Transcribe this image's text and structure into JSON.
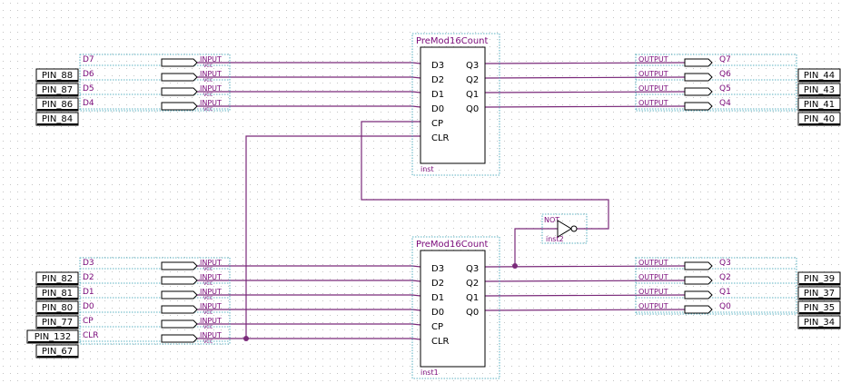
{
  "colors": {
    "wire": "#7a2a7a",
    "label": "#7a0a7a",
    "grid": "#c8c8c8",
    "dotted_box": "#2a9ab0",
    "pin_fill": "#ffffff",
    "pin_border": "#000000"
  },
  "left_pins_top": [
    "PIN_88",
    "PIN_87",
    "PIN_86",
    "PIN_84"
  ],
  "right_pins_top": [
    "PIN_44",
    "PIN_43",
    "PIN_41",
    "PIN_40"
  ],
  "left_pins_bottom": [
    "PIN_82",
    "PIN_81",
    "PIN_80",
    "PIN_77",
    "PIN_132",
    "PIN_67"
  ],
  "right_pins_bottom": [
    "PIN_39",
    "PIN_37",
    "PIN_35",
    "PIN_34"
  ],
  "input_nets_top": [
    "D7",
    "D6",
    "D5",
    "D4"
  ],
  "input_nets_bottom": [
    "D3",
    "D2",
    "D1",
    "D0",
    "CP",
    "CLR"
  ],
  "output_nets_top": [
    "Q7",
    "Q6",
    "Q5",
    "Q4"
  ],
  "output_nets_bottom": [
    "Q3",
    "Q2",
    "Q1",
    "Q0"
  ],
  "io": {
    "input_text": "INPUT",
    "output_text": "OUTPUT",
    "vcc_text": "VCC"
  },
  "block_top": {
    "title": "PreMod16Count",
    "inst": "inst",
    "inputs": [
      "D3",
      "D2",
      "D1",
      "D0",
      "CP",
      "CLR"
    ],
    "outputs": [
      "Q3",
      "Q2",
      "Q1",
      "Q0"
    ]
  },
  "block_bottom": {
    "title": "PreMod16Count",
    "inst": "inst1",
    "inputs": [
      "D3",
      "D2",
      "D1",
      "D0",
      "CP",
      "CLR"
    ],
    "outputs": [
      "Q3",
      "Q2",
      "Q1",
      "Q0"
    ]
  },
  "not_gate": {
    "label": "NOT",
    "inst": "inst2"
  }
}
